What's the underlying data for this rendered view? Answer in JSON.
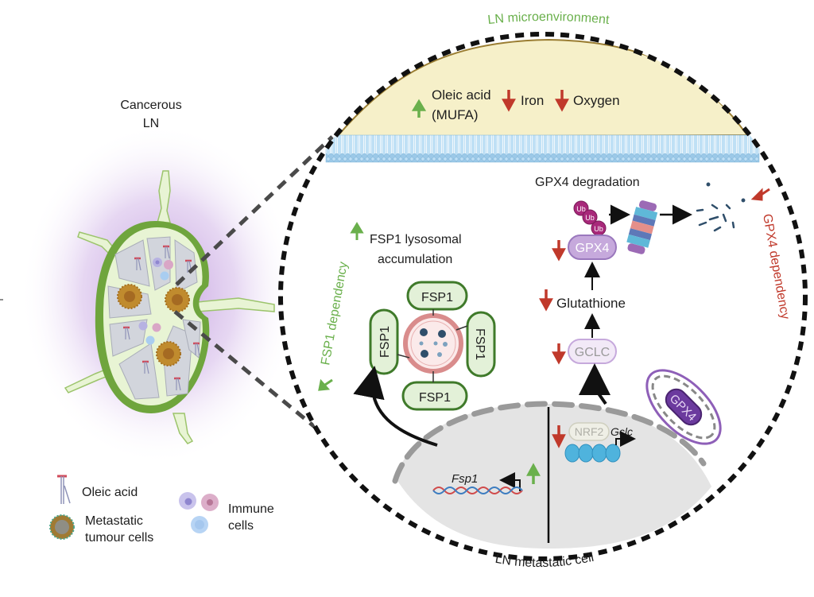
{
  "colors": {
    "green": "#6ab04c",
    "dark_green": "#3f7a2a",
    "red": "#c0392b",
    "purple": "#8e5fb8",
    "membrane_blue": "#9cc9e8",
    "microenv_fill": "#f6f0c9",
    "nucleus_fill": "#e6e6e6"
  },
  "left_panel": {
    "title_line1": "Cancerous",
    "title_line2": "LN"
  },
  "legend": {
    "oleic_acid": "Oleic acid",
    "metastatic_line1": "Metastatic",
    "metastatic_line2": "tumour cells",
    "immune_line1": "Immune",
    "immune_line2": "cells"
  },
  "zoom_panel": {
    "microenvironment_label": "LN microenvironment",
    "microenvironment_items": [
      {
        "direction": "up",
        "line1": "Oleic acid",
        "line2": "(MUFA)"
      },
      {
        "direction": "down",
        "line1": "Iron",
        "line2": ""
      },
      {
        "direction": "down",
        "line1": "Oxygen",
        "line2": ""
      }
    ],
    "cell_label": "LN metastatic cell",
    "fsp1_dependency": "FSP1 dependency",
    "gpx4_dependency": "GPX4 dependency",
    "fsp1_accumulation_line1": "FSP1 lysosomal",
    "fsp1_accumulation_line2": "accumulation",
    "fsp1_proteins": [
      "FSP1",
      "FSP1",
      "FSP1",
      "FSP1"
    ],
    "gpx4_degradation": "GPX4 degradation",
    "ub_tags": [
      "Ub",
      "Ub",
      "Ub"
    ],
    "gpx4_label": "GPX4",
    "glutathione_label": "Glutathione",
    "gclc_label": "GCLC",
    "nrf2_label": "NRF2",
    "gclc_gene": "Gclc",
    "fsp1_gene": "Fsp1",
    "mito_gpx4_label": "GPX4"
  }
}
